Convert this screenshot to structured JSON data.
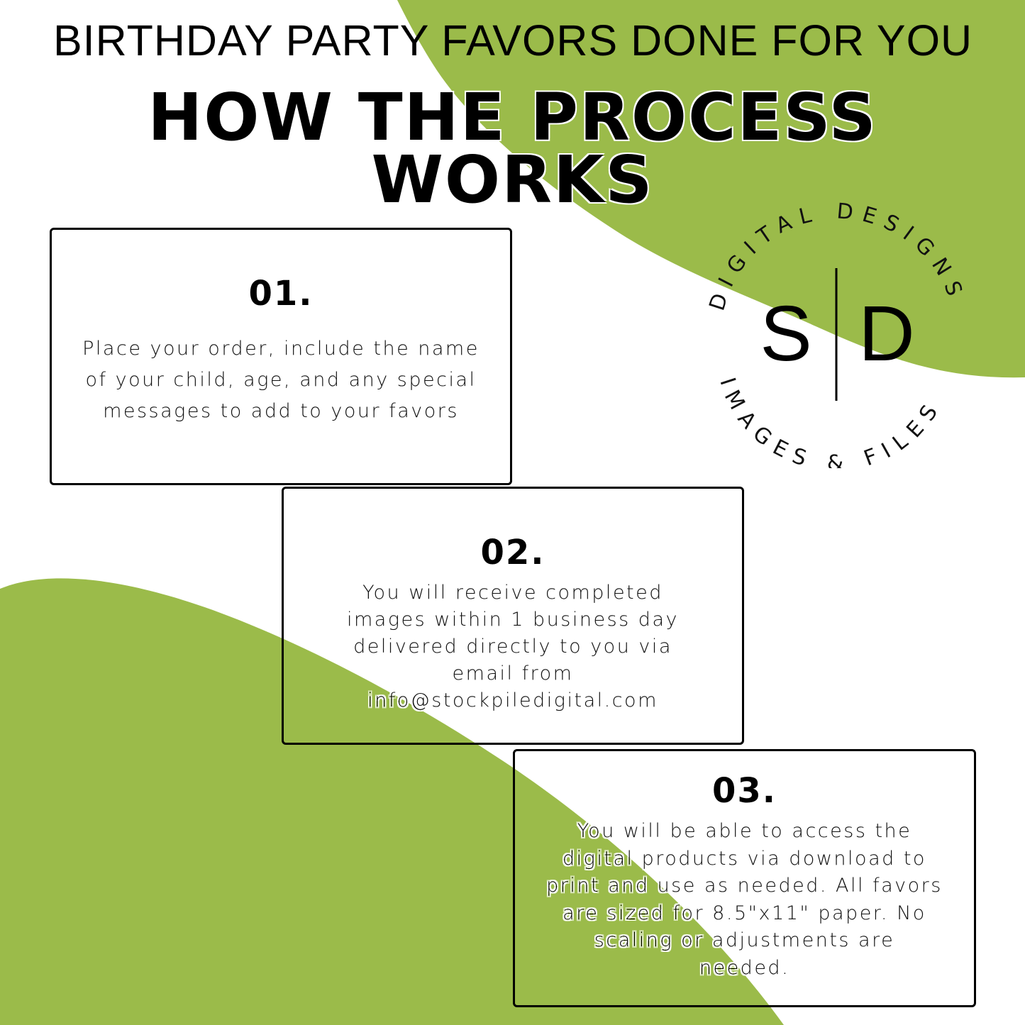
{
  "colors": {
    "accent": "#9bbb4a",
    "text": "#000000",
    "background": "#ffffff"
  },
  "header": {
    "kicker": "BIRTHDAY PARTY FAVORS DONE FOR YOU",
    "title_line1": "HOW THE PROCESS",
    "title_line2": "WORKS"
  },
  "logo": {
    "monogram_left": "S",
    "monogram_right": "D",
    "ring_top": "DIGITAL DESIGNS",
    "ring_bottom": "IMAGES & FILES"
  },
  "steps": [
    {
      "number": "01.",
      "text": "Place your order, include the name of your child, age, and any special messages to add to your favors"
    },
    {
      "number": "02.",
      "text": "You will receive completed images within 1 business day delivered directly to you via email from info@stockpiledigital.com"
    },
    {
      "number": "03.",
      "text": "You will be able to access the digital products via download to print and use as needed. All favors are sized for 8.5\"x11\" paper. No scaling or adjustments are needed."
    }
  ]
}
